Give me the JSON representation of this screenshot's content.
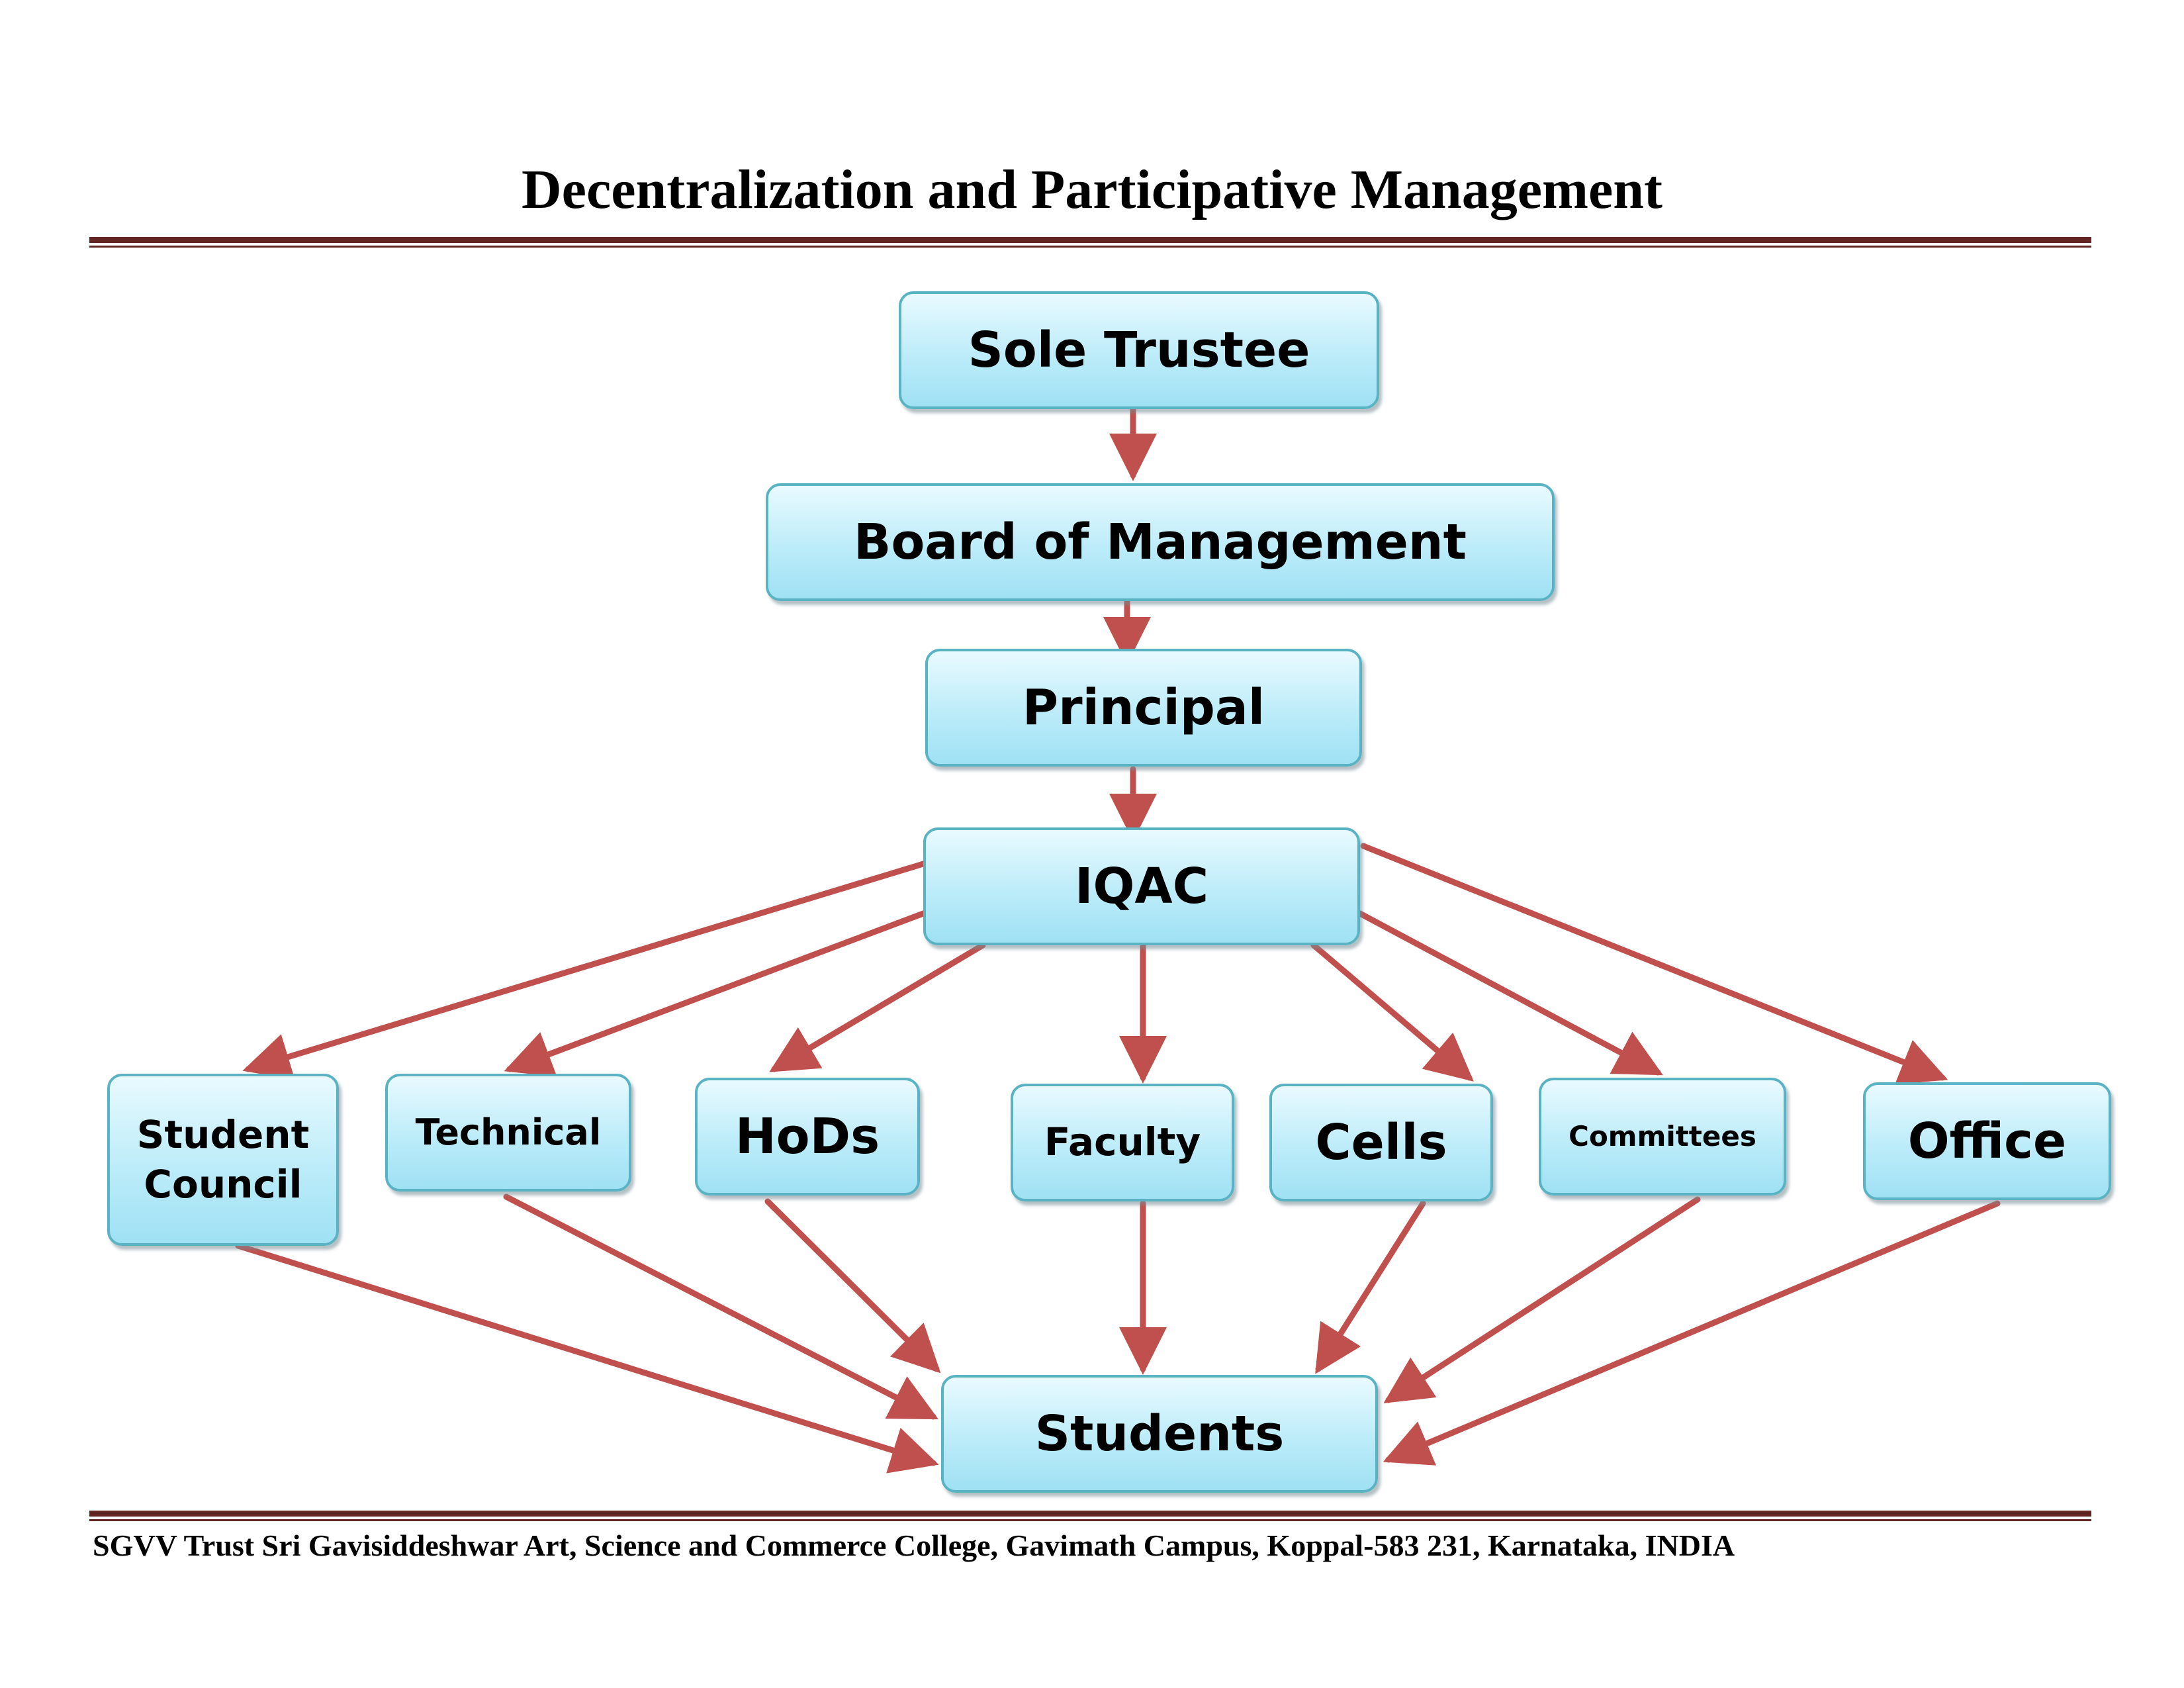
{
  "title": "Decentralization and Participative Management",
  "footer": "SGVV Trust Sri Gavisiddeshwar Art, Science and Commerce College, Gavimath Campus, Koppal-583 231, Karnataka, INDIA",
  "colors": {
    "box_border": "#5ab3c3",
    "box_fill": "#bcecf9",
    "arrow": "#c0504d",
    "rule": "#632523"
  },
  "nodes": {
    "sole_trustee": "Sole Trustee",
    "board": "Board of Management",
    "principal": "Principal",
    "iqac": "IQAC",
    "student_council": "Student Council",
    "technical": "Technical",
    "hods": "HoDs",
    "faculty": "Faculty",
    "cells": "Cells",
    "committees": "Committees",
    "office": "Office",
    "students": "Students"
  },
  "edges": [
    [
      "sole_trustee",
      "board"
    ],
    [
      "board",
      "principal"
    ],
    [
      "principal",
      "iqac"
    ],
    [
      "iqac",
      "student_council"
    ],
    [
      "iqac",
      "technical"
    ],
    [
      "iqac",
      "hods"
    ],
    [
      "iqac",
      "faculty"
    ],
    [
      "iqac",
      "cells"
    ],
    [
      "iqac",
      "committees"
    ],
    [
      "iqac",
      "office"
    ],
    [
      "student_council",
      "students"
    ],
    [
      "technical",
      "students"
    ],
    [
      "hods",
      "students"
    ],
    [
      "faculty",
      "students"
    ],
    [
      "cells",
      "students"
    ],
    [
      "committees",
      "students"
    ],
    [
      "office",
      "students"
    ]
  ]
}
